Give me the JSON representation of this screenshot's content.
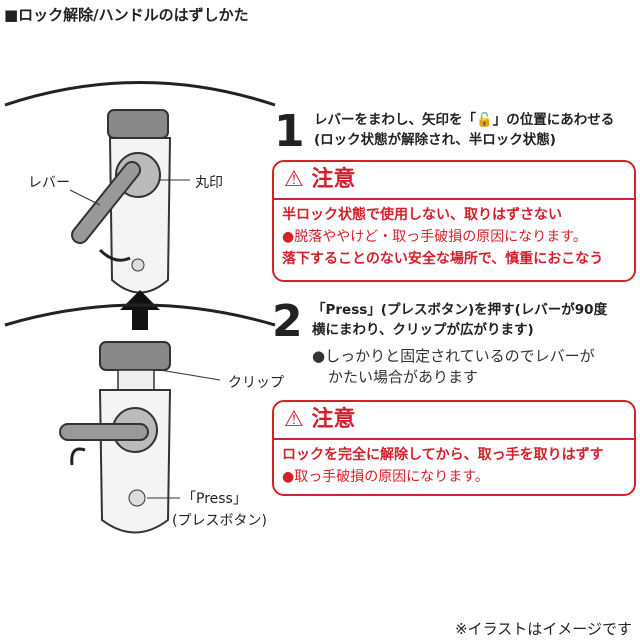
{
  "title": "■ロック解除/ハンドルのはずしかた",
  "step1": {
    "number": "1",
    "line1": "レバーをまわし、矢印を「🔓」の位置にあわせる",
    "line2": "(ロック状態が解除され、半ロック状態)"
  },
  "caution1": {
    "heading": "注意",
    "line1": "半ロック状態で使用しない、取りはずさない",
    "line2": "●脱落ややけど・取っ手破損の原因になります。",
    "line3": "落下することのない安全な場所で、慎重におこなう"
  },
  "step2": {
    "number": "2",
    "line1": "「Press」(プレスボタン)を押す(レバーが90度",
    "line2": "横にまわり、クリップが広がります)",
    "note1": "●しっかりと固定されているのでレバーが",
    "note2": "かたい場合があります"
  },
  "caution2": {
    "heading": "注意",
    "line1": "ロックを完全に解除してから、取っ手を取りはずす",
    "line2": "●取っ手破損の原因になります。"
  },
  "labels": {
    "marker": "丸印",
    "lever": "レバー",
    "clip": "クリップ",
    "press": "「Press」",
    "press_sub": "(プレスボタン)"
  },
  "footer": "※イラストはイメージです",
  "colors": {
    "caution": "#d3202a"
  }
}
